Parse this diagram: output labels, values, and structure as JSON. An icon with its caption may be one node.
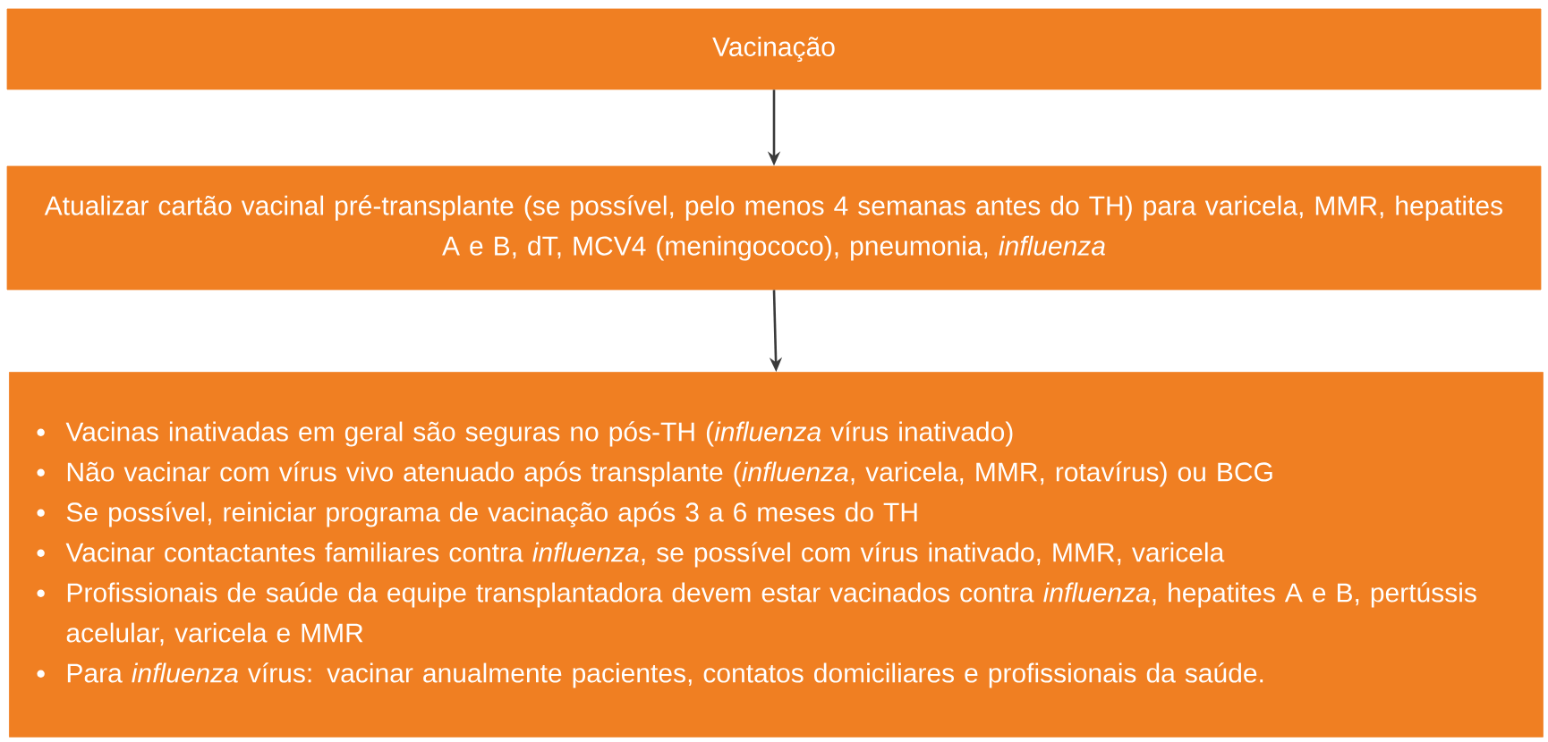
{
  "diagram": {
    "nodes": [
      {
        "text": [
          "Vacinação"
        ]
      },
      {
        "text": [
          "Atualizar cartão vacinal pré-transplante (se possível, pelo menos 4 semanas antes do TH) para varicela, MMR, hepatites A e B, dT, MCV4 (meningococo), pneumonia, *influenza*"
        ]
      },
      {
        "text": [
          "Vacinas inativadas em geral são seguras no pós-TH (*influenza* vírus inativado)",
          "Não vacinar com vírus vivo atenuado após transplante (*influenza*, varicela, MMR, rotavírus) ou BCG",
          "Se possível, reiniciar programa de vacinação após 3 a 6 meses do TH",
          "Vacinar contactantes familiares contra *influenza*, se possível com vírus inativado, MMR, varicela",
          "Profissionais de saúde da equipe transplantadora devem estar vacinados contra *influenza*, hepatites A e B, pertússis acelular, varicela e MMR",
          "Para *influenza* vírus: vacinar anualmente pacientes, contatos domiciliares e profissionais da saúde."
        ]
      }
    ],
    "edges": [
      {
        "from": 0,
        "to": 1,
        "arrow": "to"
      },
      {
        "from": 1,
        "to": 2,
        "arrow": "to"
      }
    ]
  }
}
